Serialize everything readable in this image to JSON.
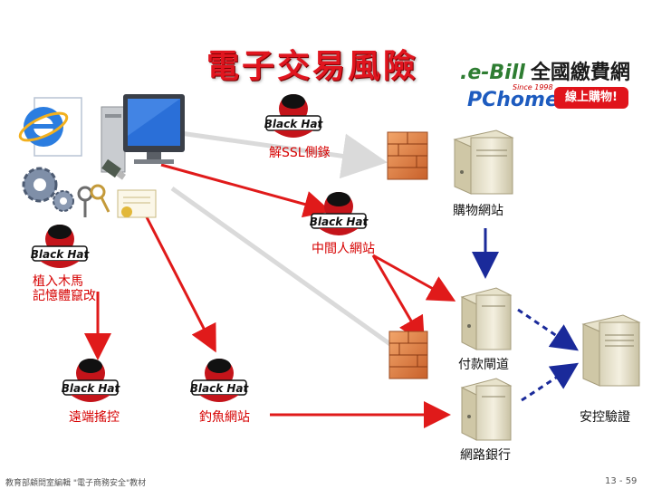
{
  "title": "電子交易風險",
  "brand": {
    "ebill_prefix": ".e-Bill",
    "ebill_name": "全國繳費網",
    "pchome": "PChome",
    "pchome_since": "Since 1998",
    "pchome_shop": "線上購物!"
  },
  "blackhat_text": "Black Hat",
  "labels": {
    "ssl": "解SSL側錄",
    "shop_site": "購物網站",
    "mitm": "中間人網站",
    "trojan_1": "植入木馬",
    "trojan_2": "記憶體竄改",
    "payment": "付款閘道",
    "remote": "遠端搖控",
    "phishing": "釣魚網站",
    "secure": "安控驗證",
    "bank": "網路銀行"
  },
  "footer": {
    "left": "教育部顧問室編輯 \"電子商務安全\"教材",
    "right": "13 - 59"
  },
  "colors": {
    "title": "#e0151f",
    "arrow_red": "#e01a1a",
    "arrow_blue": "#1a2a9a",
    "label_red": "#d60000"
  }
}
